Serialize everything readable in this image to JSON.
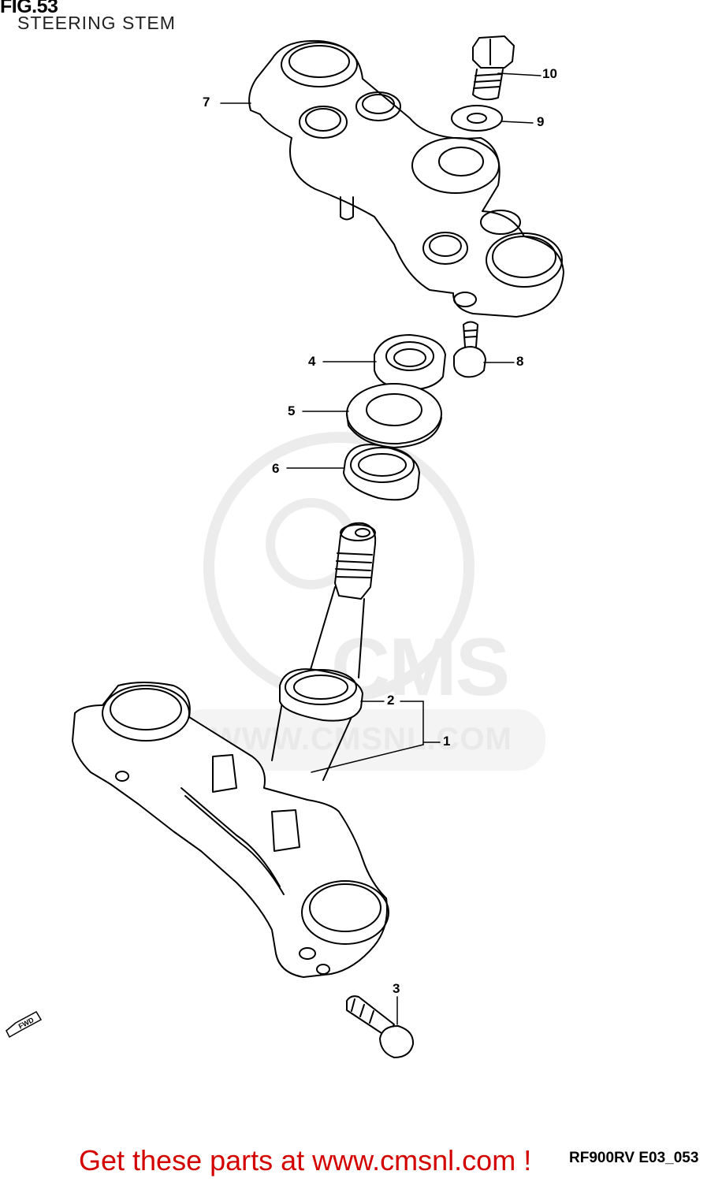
{
  "header": {
    "figure_id": "FIG.53",
    "title": "STEERING STEM"
  },
  "callouts": {
    "c1": "1",
    "c2": "2",
    "c3": "3",
    "c4": "4",
    "c5": "5",
    "c6": "6",
    "c7": "7",
    "c8": "8",
    "c9": "9",
    "c10": "10"
  },
  "direction_label": "FWD",
  "watermark": {
    "logo_text": "CMS",
    "url_text": "WWW.CMSNL.COM"
  },
  "footer": {
    "promo": "Get these parts at www.cmsnl.com !",
    "code": "RF900RV E03_053"
  },
  "colors": {
    "line": "#000000",
    "promo": "#d40000",
    "watermark": "#e9e9e9"
  }
}
